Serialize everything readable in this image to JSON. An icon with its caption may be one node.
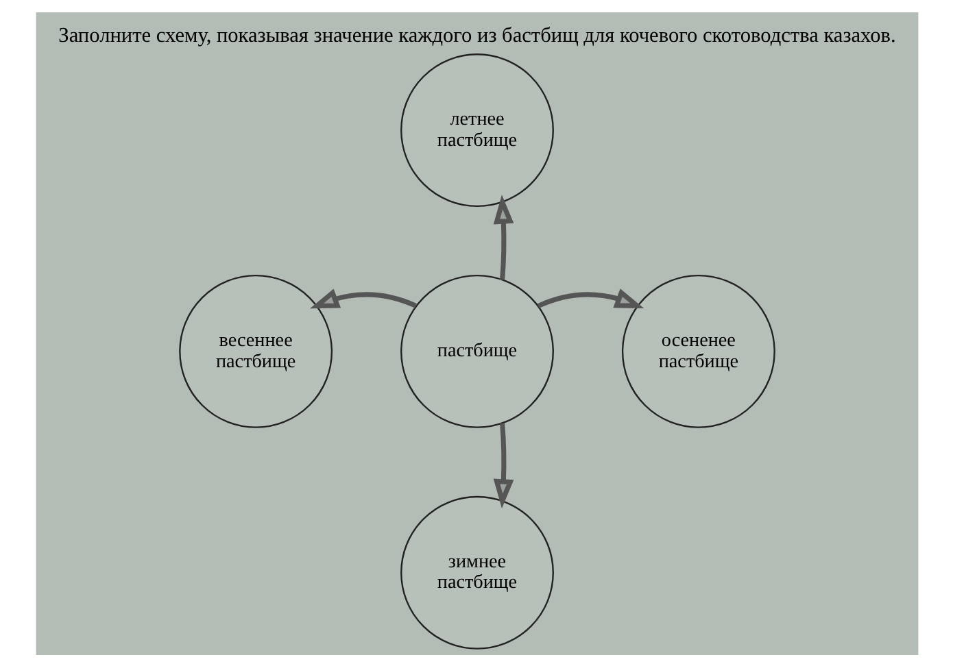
{
  "diagram": {
    "title": "Заполните схему, показывая значение каждого из бастбищ для кочевого скотоводства казахов.",
    "nodes": [
      {
        "text": [
          "летнее пастбище"
        ]
      },
      {
        "text": [
          "весеннее пастбище"
        ]
      },
      {
        "text": [
          "пастбище"
        ]
      },
      {
        "text": [
          "осененее пастбище"
        ]
      },
      {
        "text": [
          "зимнее пастбище"
        ]
      }
    ],
    "edges": [
      {
        "from": 2,
        "to": 0,
        "arrow": "to"
      },
      {
        "from": 2,
        "to": 1,
        "arrow": "to"
      },
      {
        "from": 2,
        "to": 3,
        "arrow": "to"
      },
      {
        "from": 2,
        "to": 4,
        "arrow": "to"
      }
    ]
  }
}
